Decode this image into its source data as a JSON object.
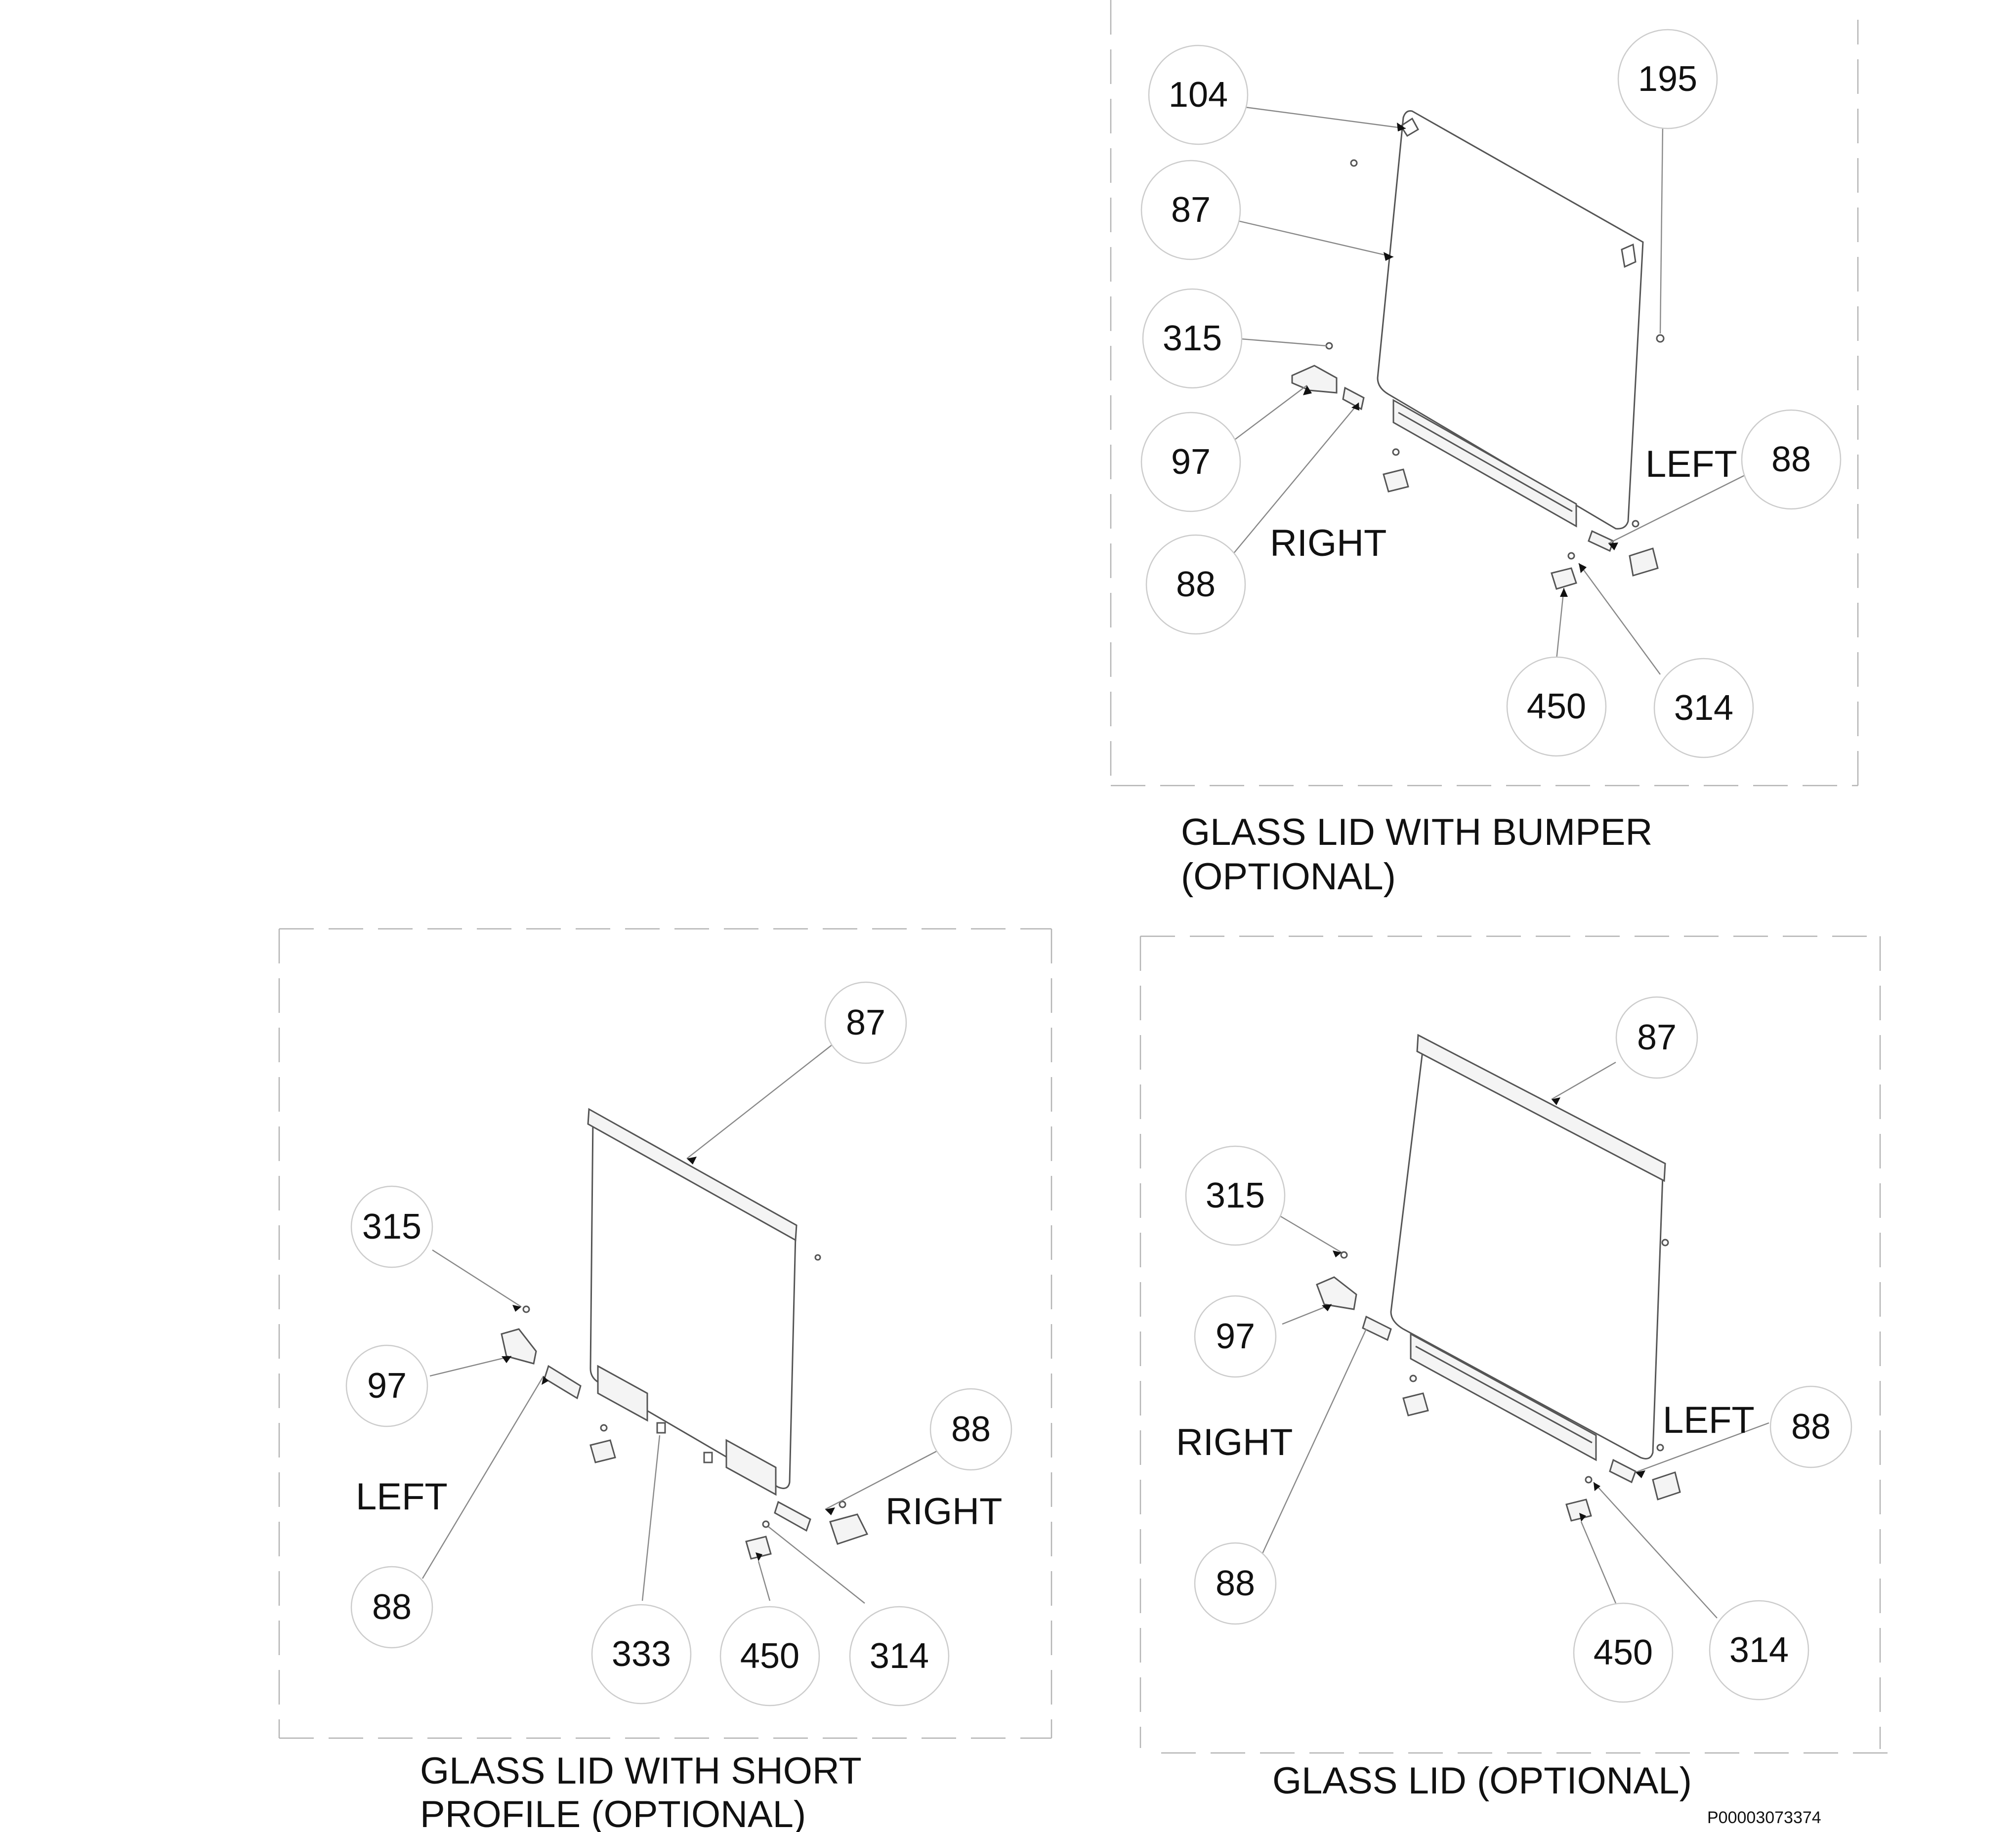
{
  "panels": {
    "bumper": {
      "caption": [
        "GLASS LID WITH BUMPER",
        "(OPTIONAL)"
      ],
      "side_labels": {
        "left": "LEFT",
        "right": "RIGHT"
      },
      "callouts": {
        "c104": "104",
        "c195": "195",
        "c87": "87",
        "c315": "315",
        "c97": "97",
        "c88_right": "88",
        "c88_left": "88",
        "c450": "450",
        "c314": "314"
      }
    },
    "short_profile": {
      "caption": [
        "GLASS LID WITH SHORT",
        "PROFILE (OPTIONAL)"
      ],
      "side_labels": {
        "left": "LEFT",
        "right": "RIGHT"
      },
      "callouts": {
        "c87": "87",
        "c315": "315",
        "c97": "97",
        "c88_left": "88",
        "c88_right": "88",
        "c333": "333",
        "c450": "450",
        "c314": "314"
      }
    },
    "glass_lid": {
      "caption": [
        "GLASS LID  (OPTIONAL)"
      ],
      "side_labels": {
        "left": "LEFT",
        "right": "RIGHT"
      },
      "callouts": {
        "c87": "87",
        "c315": "315",
        "c97": "97",
        "c88_right": "88",
        "c88_left": "88",
        "c450": "450",
        "c314": "314"
      }
    }
  },
  "document_id": "P00003073374"
}
